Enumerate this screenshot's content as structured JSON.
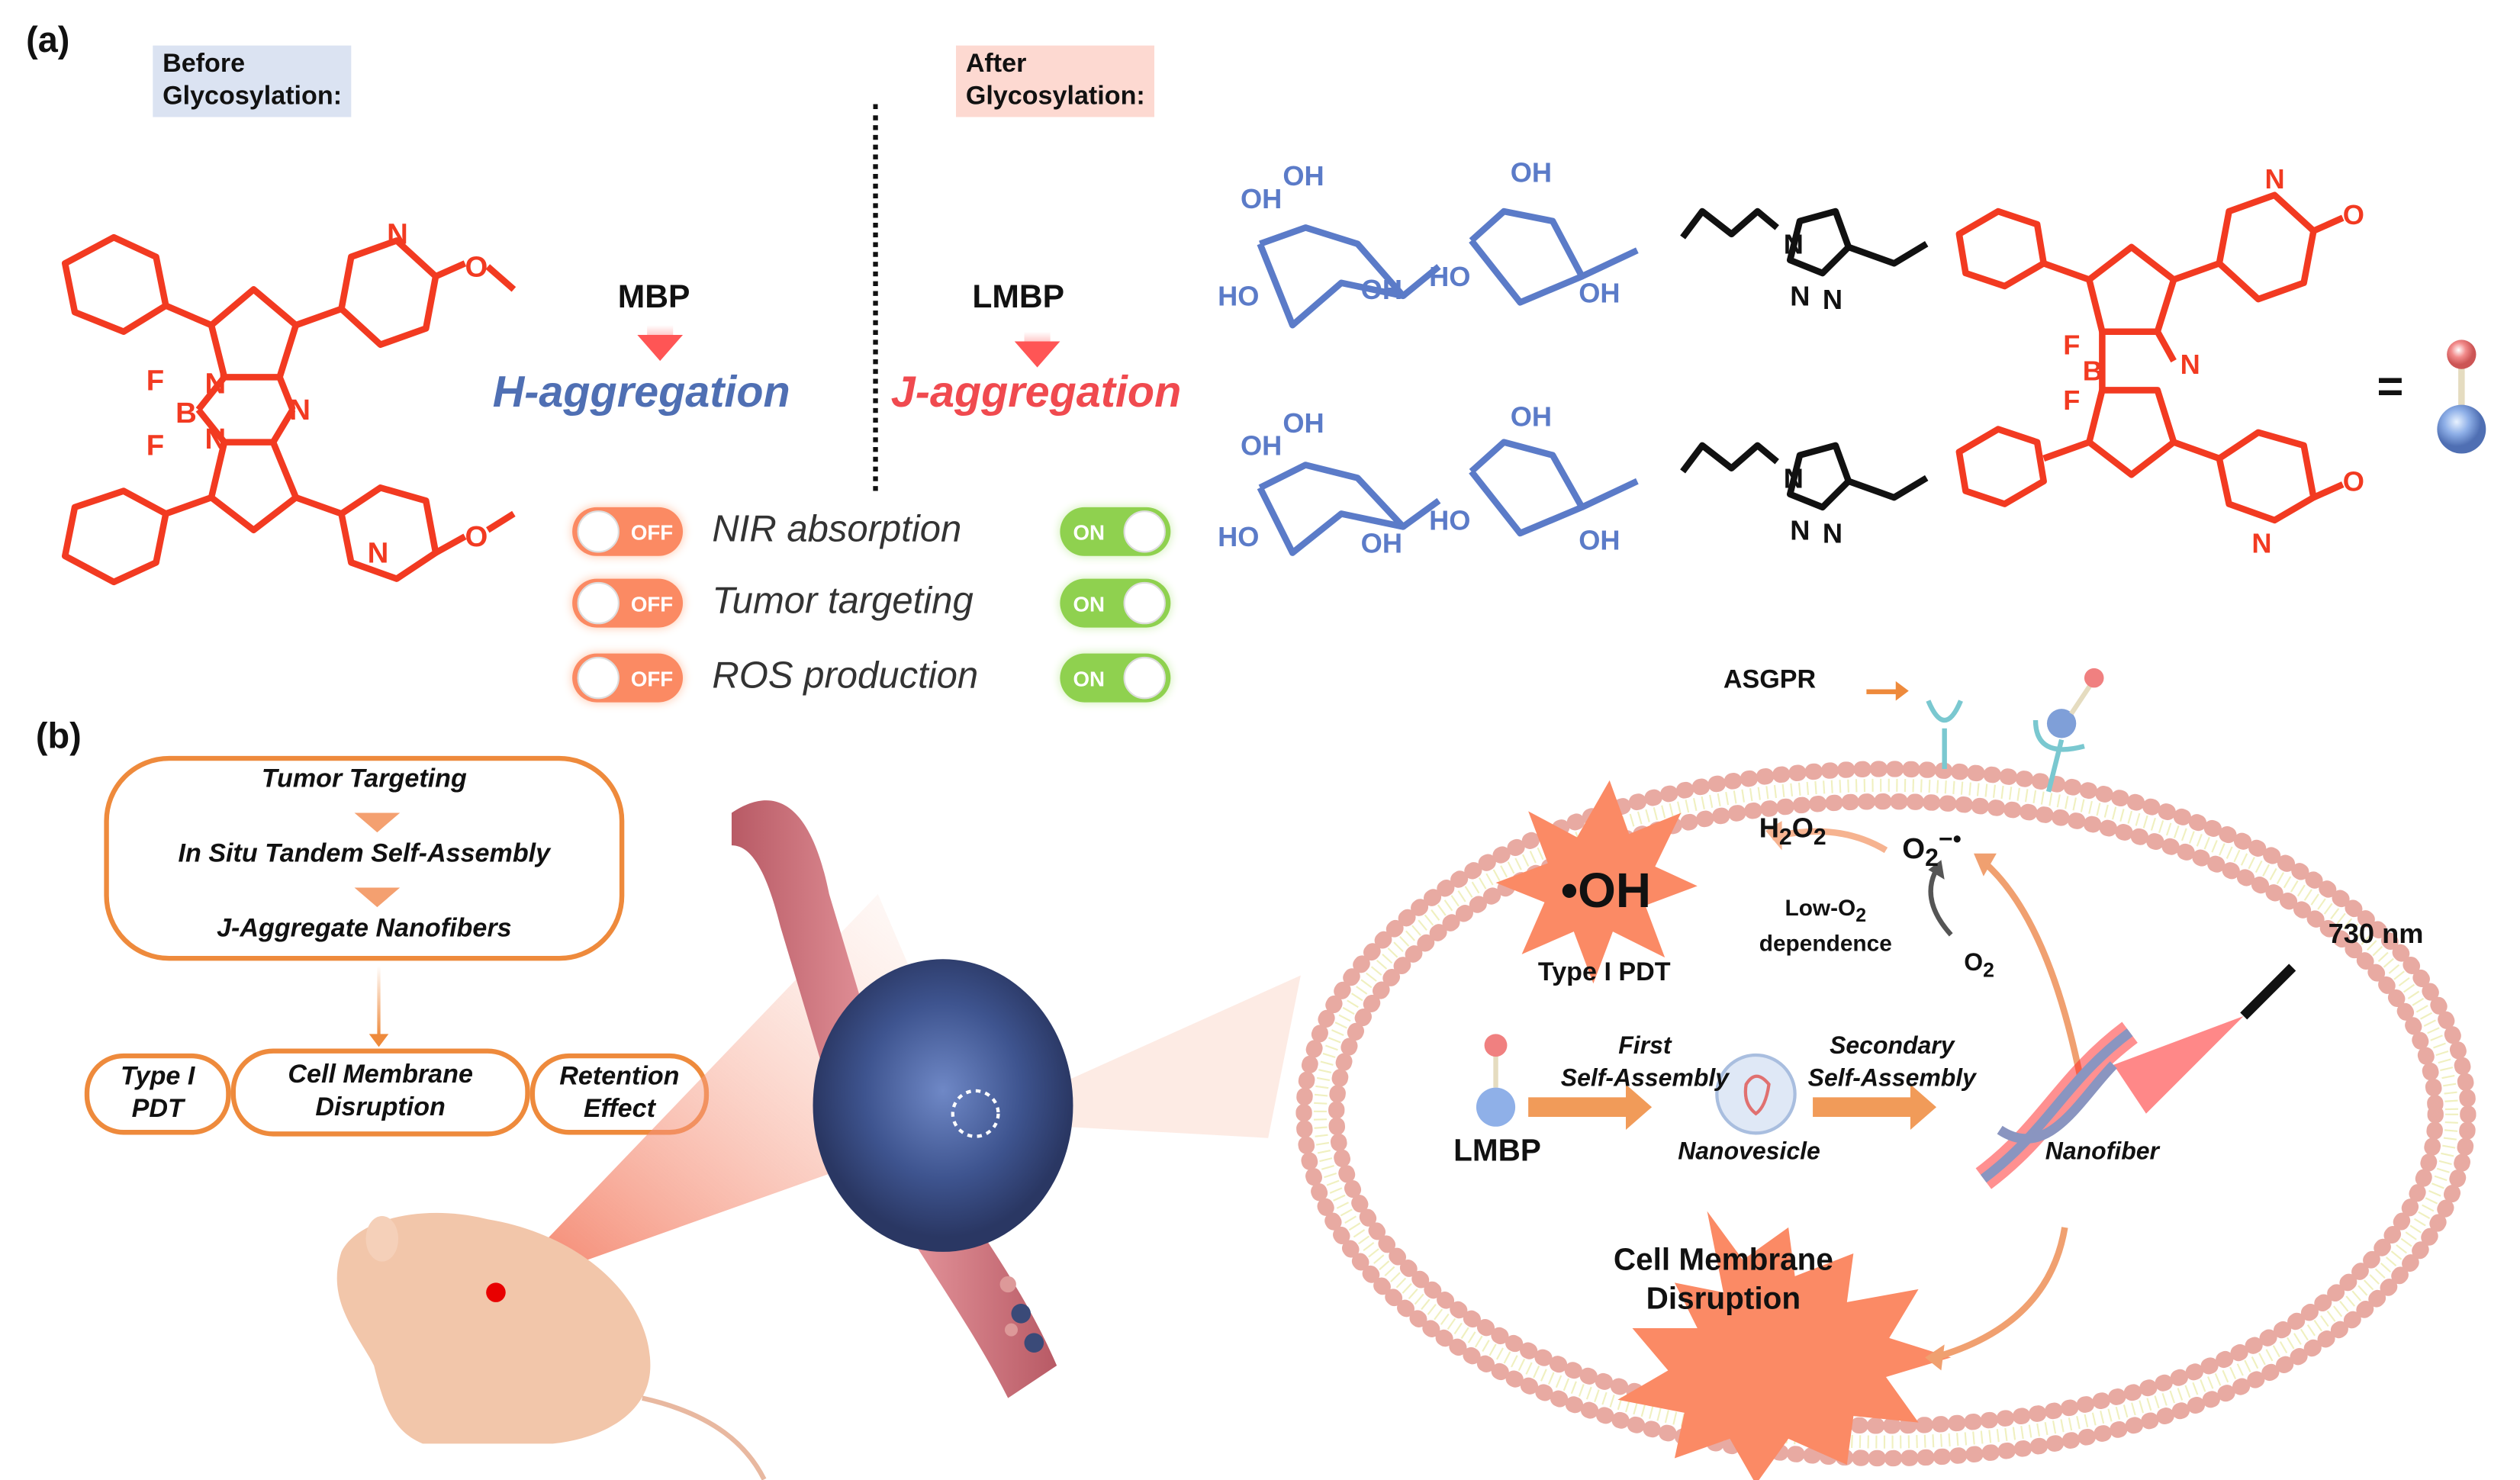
{
  "panel_a": {
    "label": "(a)",
    "before_tag": [
      "Before",
      "Glycosylation:"
    ],
    "after_tag": [
      "After",
      "Glycosylation:"
    ],
    "mbp": {
      "name": "MBP",
      "aggregation": "H-aggregation"
    },
    "lmbp": {
      "name": "LMBP",
      "aggregation": "J-aggregation"
    },
    "properties": [
      {
        "label": "NIR absorption",
        "before": "OFF",
        "after": "ON"
      },
      {
        "label": "Tumor targeting",
        "before": "OFF",
        "after": "ON"
      },
      {
        "label": "ROS production",
        "before": "OFF",
        "after": "ON"
      }
    ],
    "structure_atoms": {
      "boron_core": [
        "F",
        "B",
        "F",
        "N",
        "N",
        "N"
      ],
      "pyridine": [
        "N",
        "O"
      ],
      "sugar_labels": [
        "OH",
        "OH",
        "OH",
        "HO",
        "OH",
        "HO",
        "OH",
        "O",
        "O",
        "O",
        "O"
      ],
      "triazole": [
        "N",
        "N",
        "N"
      ]
    },
    "equals": "="
  },
  "panel_b": {
    "label": "(b)",
    "flow": {
      "steps": [
        "Tumor Targeting",
        "In Situ Tandem Self-Assembly",
        "J-Aggregate Nanofibers"
      ],
      "outcomes": [
        [
          "Type I",
          "PDT"
        ],
        [
          "Cell Membrane",
          "Disruption"
        ],
        [
          "Retention",
          "Effect"
        ]
      ]
    },
    "cell": {
      "receptor_label": "ASGPR",
      "radical_oh": "OH",
      "radical_dot": "•",
      "type_pdt": "Type I PDT",
      "h2o2": {
        "base": "H",
        "sub1": "2",
        "mid": "O",
        "sub2": "2"
      },
      "superoxide": {
        "base": "O",
        "sub": "2",
        "sup": "−•"
      },
      "o2": {
        "base": "O",
        "sub": "2"
      },
      "low_o2": {
        "line1_base": "Low-O",
        "line1_sub": "2",
        "line2": "dependence"
      },
      "laser": "730 nm",
      "lmbp": "LMBP",
      "first_assembly": [
        "First",
        "Self-Assembly"
      ],
      "secondary_assembly": [
        "Secondary",
        "Self-Assembly"
      ],
      "nanovesicle": "Nanovesicle",
      "nanofiber": "Nanofiber",
      "membrane_disruption": [
        "Cell Membrane",
        "Disruption"
      ]
    }
  },
  "colors": {
    "dye_red": "#f23a21",
    "sugar_blue": "#5b7bc8",
    "h_agg_blue": "#4f6fb3",
    "j_agg_red": "#f04a4f",
    "toggle_off": "#fb8a63",
    "toggle_on": "#8fd14f",
    "flow_orange": "#ee8a3c",
    "burst_salmon": "#fb8a65",
    "membrane_pink": "#e8aaa2",
    "membrane_tail": "#f0f0c0",
    "receptor_teal": "#7ac8d0"
  }
}
